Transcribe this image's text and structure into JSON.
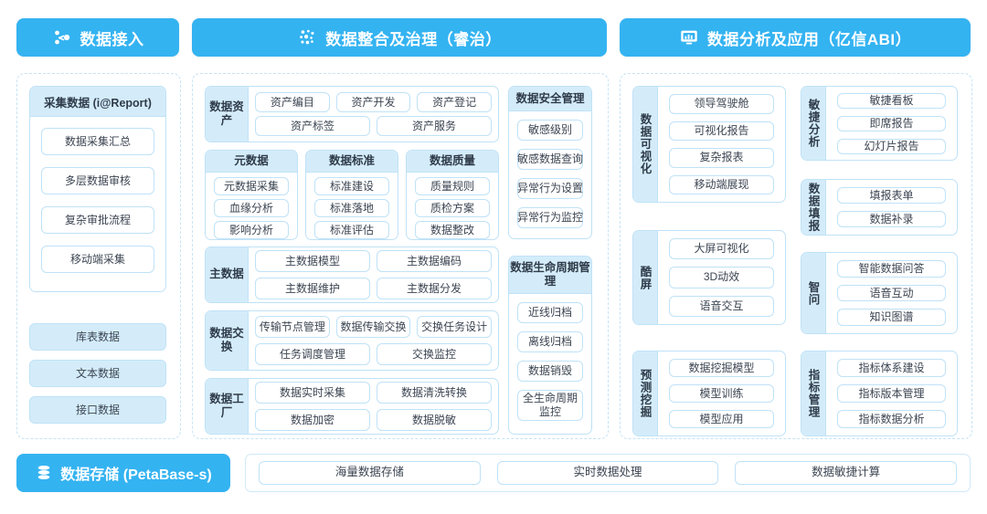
{
  "headers": {
    "ingest": {
      "label": "数据接入",
      "icon": "nodes-network-icon"
    },
    "govern": {
      "label": "数据整合及治理（睿治）",
      "icon": "data-dots-icon"
    },
    "analyze": {
      "label": "数据分析及应用（亿信ABI）",
      "icon": "monitor-chart-icon"
    }
  },
  "ingest": {
    "collect_card": {
      "title": "采集数据 (i@Report)",
      "items": [
        "数据采集汇总",
        "多层数据审核",
        "复杂审批流程",
        "移动端采集"
      ]
    },
    "sources": [
      "库表数据",
      "文本数据",
      "接口数据"
    ]
  },
  "govern": {
    "asset": {
      "label": "数据资产",
      "items": [
        "资产编目",
        "资产开发",
        "资产登记",
        "资产标签",
        "资产服务"
      ]
    },
    "metadata": {
      "title": "元数据",
      "items": [
        "元数据采集",
        "血缘分析",
        "影响分析"
      ]
    },
    "standard": {
      "title": "数据标准",
      "items": [
        "标准建设",
        "标准落地",
        "标准评估"
      ]
    },
    "quality": {
      "title": "数据质量",
      "items": [
        "质量规则",
        "质检方案",
        "数据整改"
      ]
    },
    "master": {
      "label": "主数据",
      "items": [
        "主数据模型",
        "主数据编码",
        "主数据维护",
        "主数据分发"
      ]
    },
    "exchange": {
      "label": "数据交换",
      "items": [
        "传输节点管理",
        "数据传输交换",
        "交换任务设计",
        "任务调度管理",
        "交换监控"
      ]
    },
    "factory": {
      "label": "数据工厂",
      "items": [
        "数据实时采集",
        "数据清洗转换",
        "数据加密",
        "数据脱敏"
      ]
    },
    "security": {
      "title": "数据安全管理",
      "items": [
        "敏感级别",
        "敏感数据查询",
        "异常行为设置",
        "异常行为监控"
      ]
    },
    "lifecycle": {
      "title": "数据生命周期管理",
      "items": [
        "近线归档",
        "离线归档",
        "数据销毁",
        "全生命周期监控"
      ]
    }
  },
  "analyze": {
    "visualization": {
      "label": "数据可视化",
      "items": [
        "领导驾驶舱",
        "可视化报告",
        "复杂报表",
        "移动端展现"
      ]
    },
    "coolscreen": {
      "label": "酷屏",
      "items": [
        "大屏可视化",
        "3D动效",
        "语音交互"
      ]
    },
    "prediction": {
      "label": "预测挖掘",
      "items": [
        "数据挖掘模型",
        "模型训练",
        "模型应用"
      ]
    },
    "agile": {
      "label": "敏捷分析",
      "items": [
        "敏捷看板",
        "即席报告",
        "幻灯片报告"
      ]
    },
    "filling": {
      "label": "数据填报",
      "items": [
        "填报表单",
        "数据补录"
      ]
    },
    "smartask": {
      "label": "智问",
      "items": [
        "智能数据问答",
        "语音互动",
        "知识图谱"
      ]
    },
    "kpi": {
      "label": "指标管理",
      "items": [
        "指标体系建设",
        "指标版本管理",
        "指标数据分析"
      ]
    }
  },
  "storage": {
    "pill": {
      "label": "数据存储 (PetaBase-s)",
      "icon": "database-stack-icon"
    },
    "items": [
      "海量数据存储",
      "实时数据处理",
      "数据敏捷计算"
    ]
  },
  "colors": {
    "brand_blue": "#34b3f1",
    "chip_border": "#bfe2f7",
    "chip_fill": "#d4ecfa",
    "panel_dash": "#c6e3f5",
    "text": "#3c4552"
  }
}
